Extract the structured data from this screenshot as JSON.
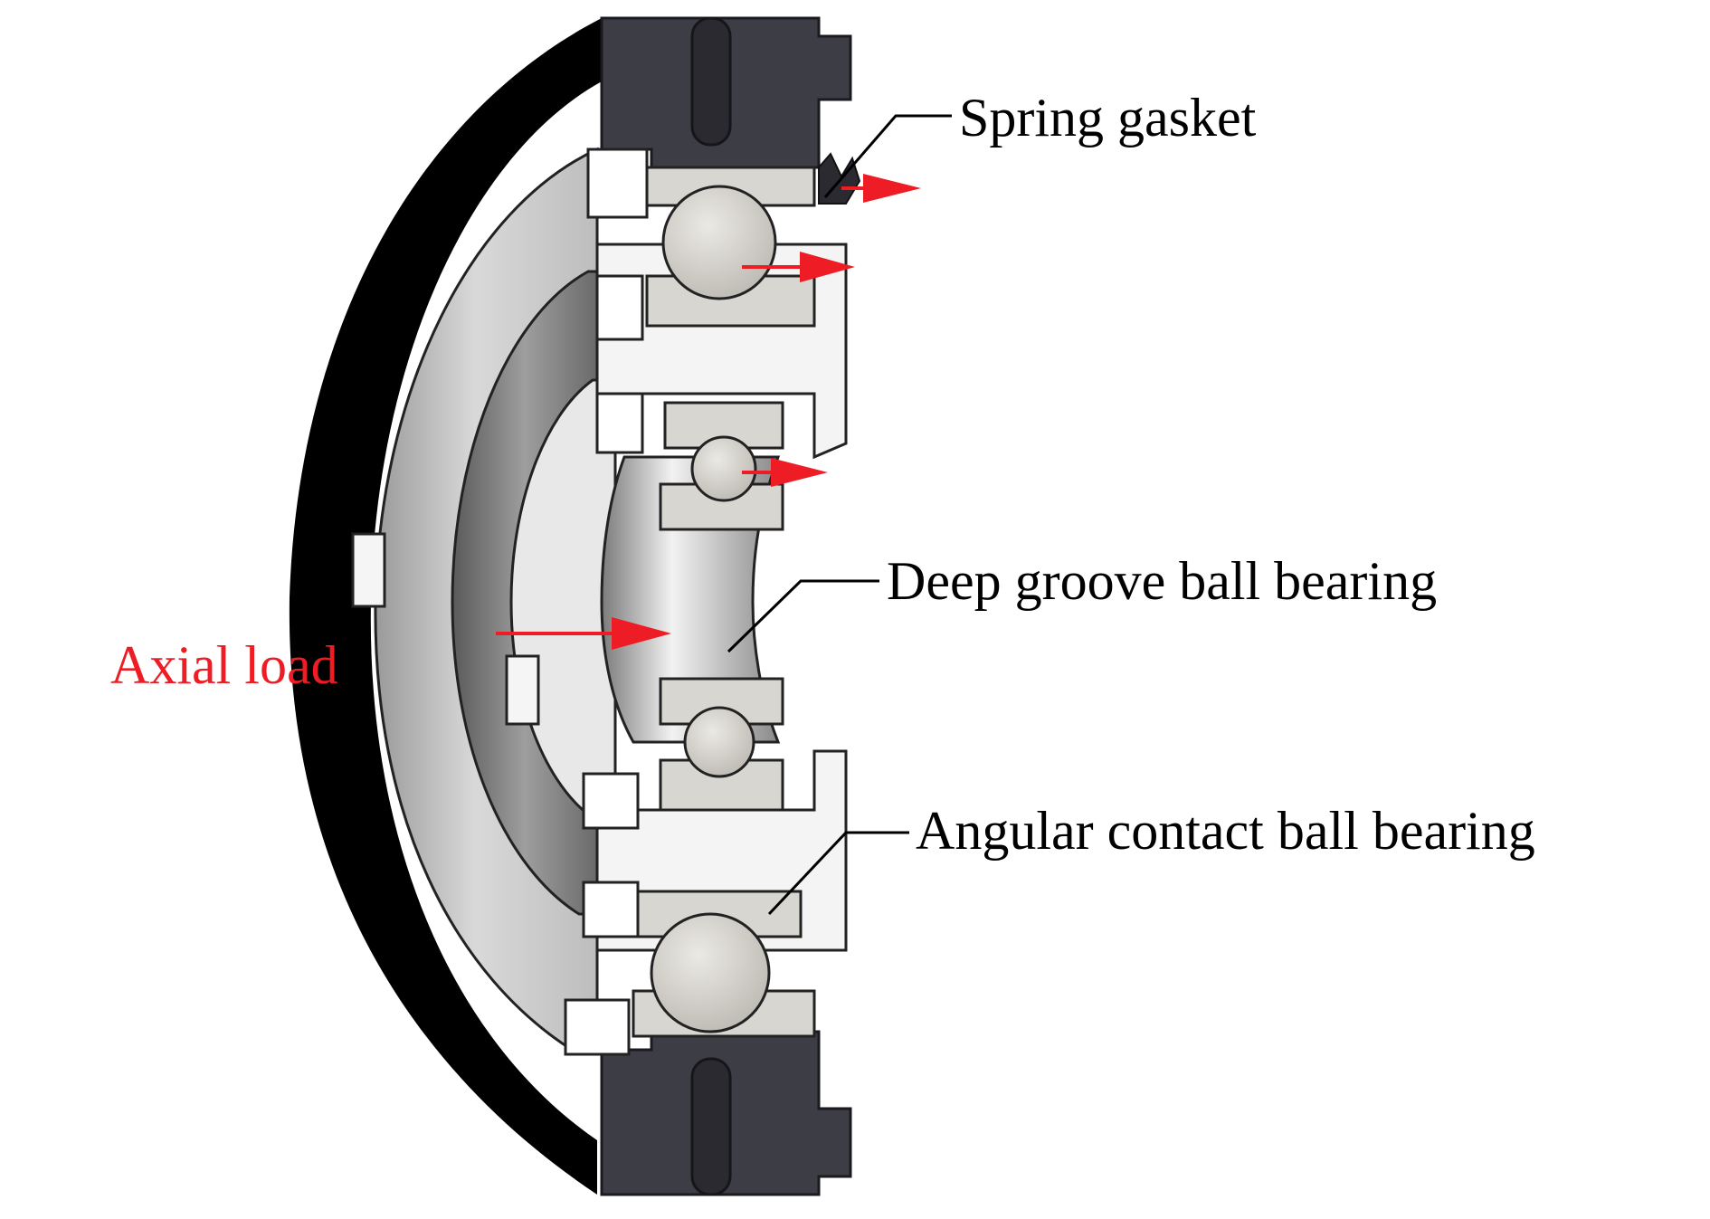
{
  "labels": {
    "spring_gasket": "Spring gasket",
    "deep_groove": "Deep groove ball bearing",
    "angular_contact": "Angular contact ball bearing",
    "axial_load": "Axial load"
  },
  "colors": {
    "load_arrow": "#ee1c24",
    "axial_text": "#ee1c24",
    "outer_tire": "#000000",
    "housing": "#3c3d45",
    "housing_edge": "#1a1a20",
    "hub_face": "#cfcfcf",
    "hub_inner": "#8c8c8c",
    "ball": "#d6d4ce",
    "race": "#d8d6d0",
    "leader_line": "#000000",
    "label_text": "#000000"
  }
}
